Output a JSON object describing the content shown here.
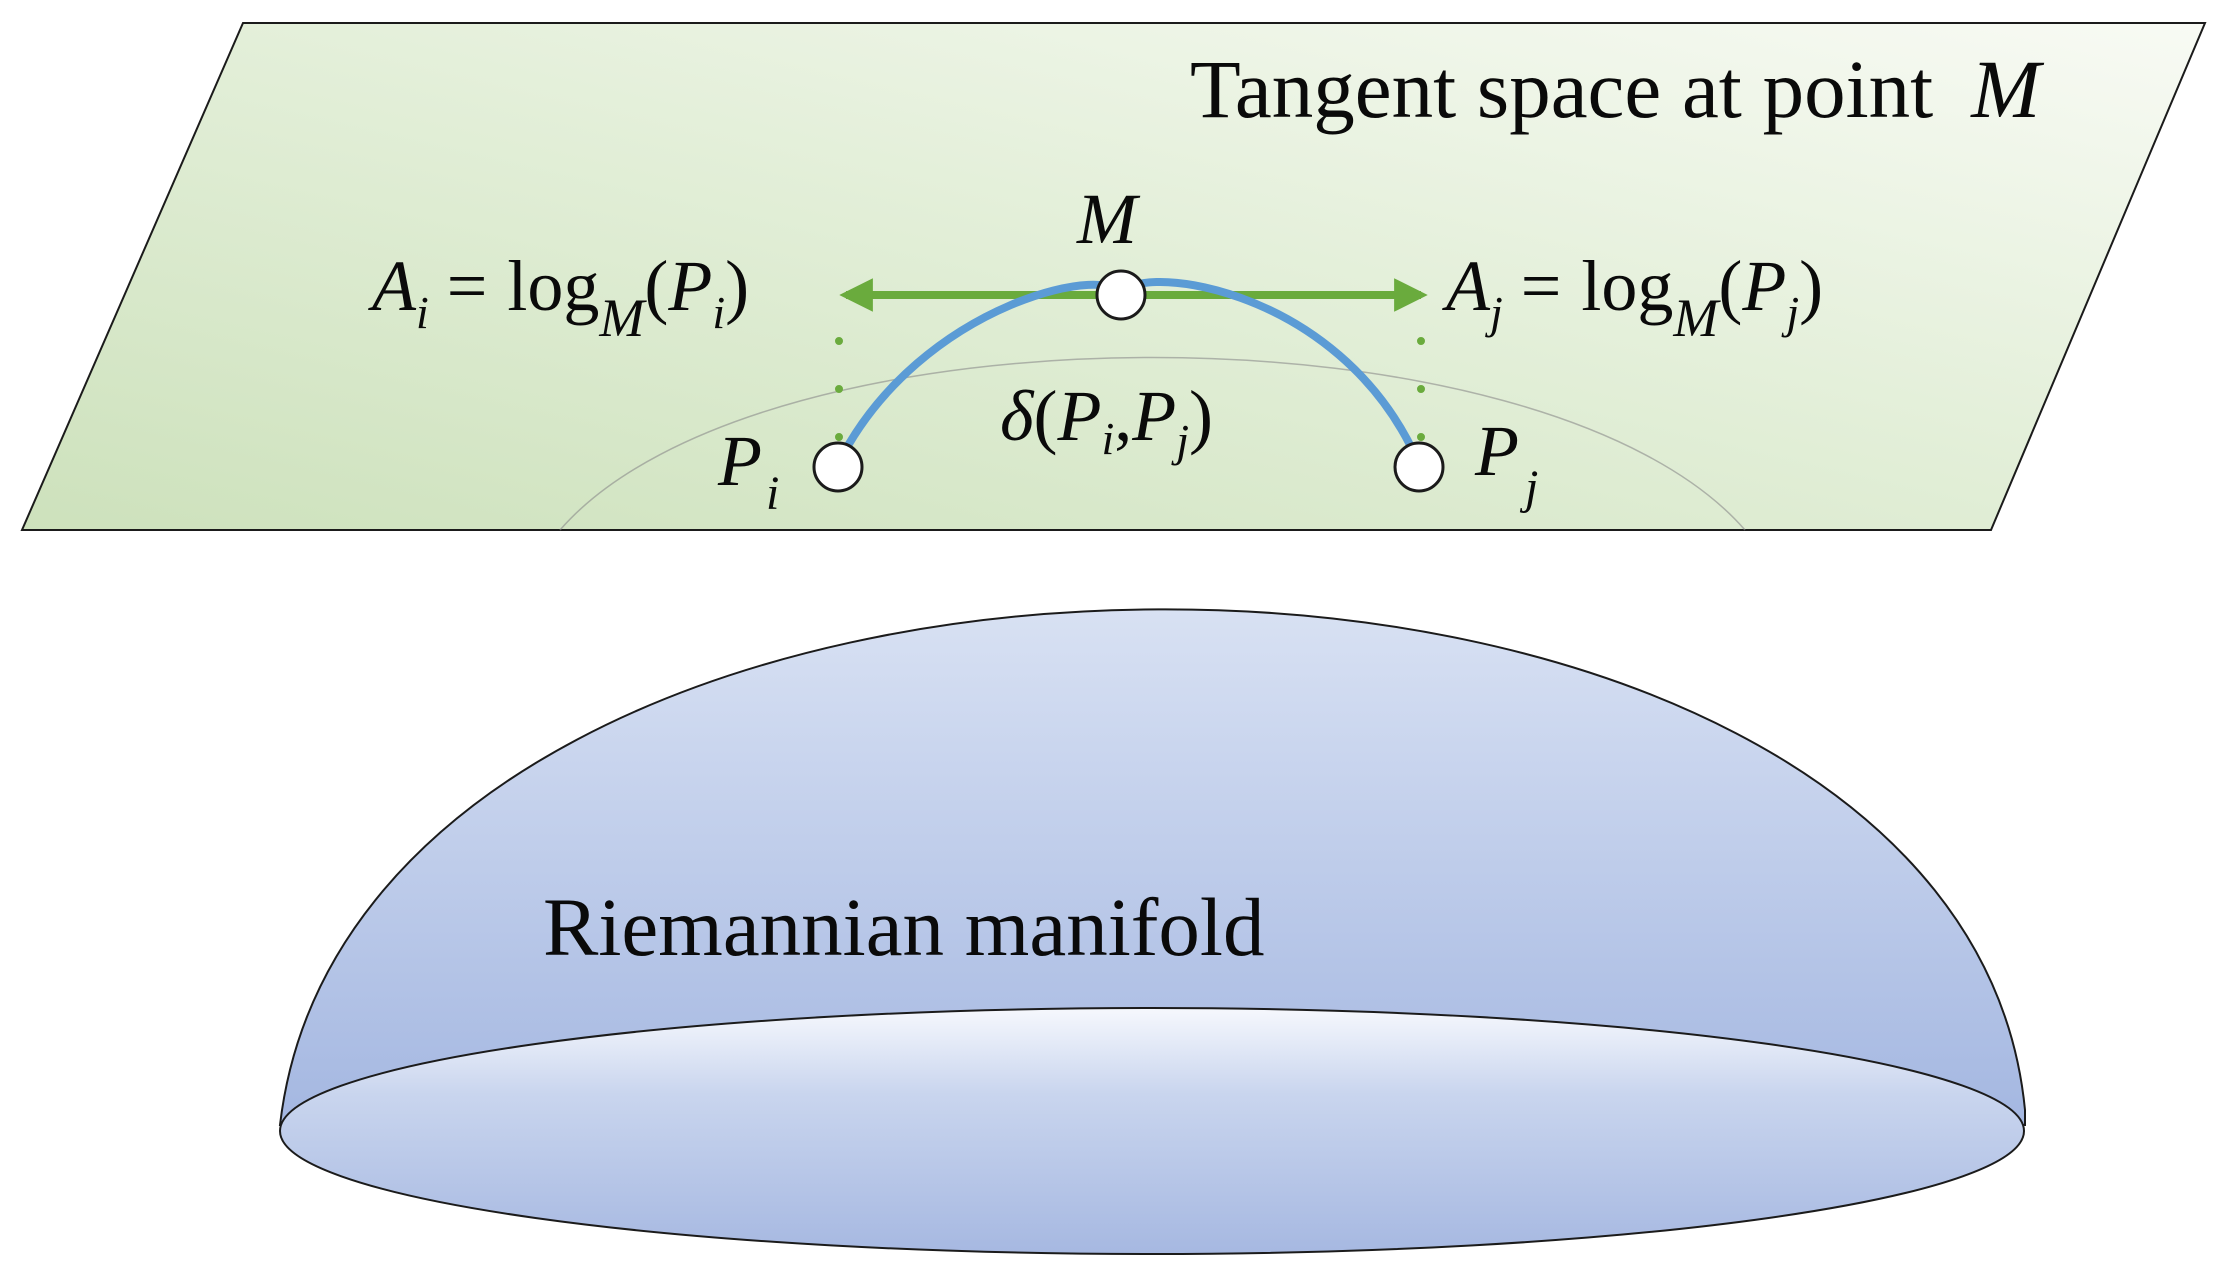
{
  "plane": {
    "title_text": "Tangent space at point",
    "title_var": "M"
  },
  "manifold": {
    "label": "Riemannian manifold"
  },
  "points": {
    "m": "M",
    "pi": "P",
    "pi_sub": "i",
    "pj": "P",
    "pj_sub": "j"
  },
  "formula_left": {
    "a": "A",
    "a_sub": "i",
    "eq": "=",
    "log": "log",
    "log_sub": "M",
    "lparen": "(",
    "p": "P",
    "p_sub": "i",
    "rparen": ")"
  },
  "formula_right": {
    "a": "A",
    "a_sub": "j",
    "eq": "=",
    "log": "log",
    "log_sub": "M",
    "lparen": "(",
    "p": "P",
    "p_sub": "j",
    "rparen": ")"
  },
  "distance": {
    "delta": "δ",
    "lparen": "(",
    "p1": "P",
    "p1_sub": "i",
    "comma": ",",
    "p2": "P",
    "p2_sub": "j",
    "rparen": ")"
  },
  "colors": {
    "plane_green": "#c2dcae",
    "plane_light": "#f4f8ef",
    "arrow_green": "#6aab3d",
    "geodesic_blue": "#5b9bd5",
    "dome_top": "#d3ddf1",
    "dome_bottom": "#a7b9e2"
  }
}
